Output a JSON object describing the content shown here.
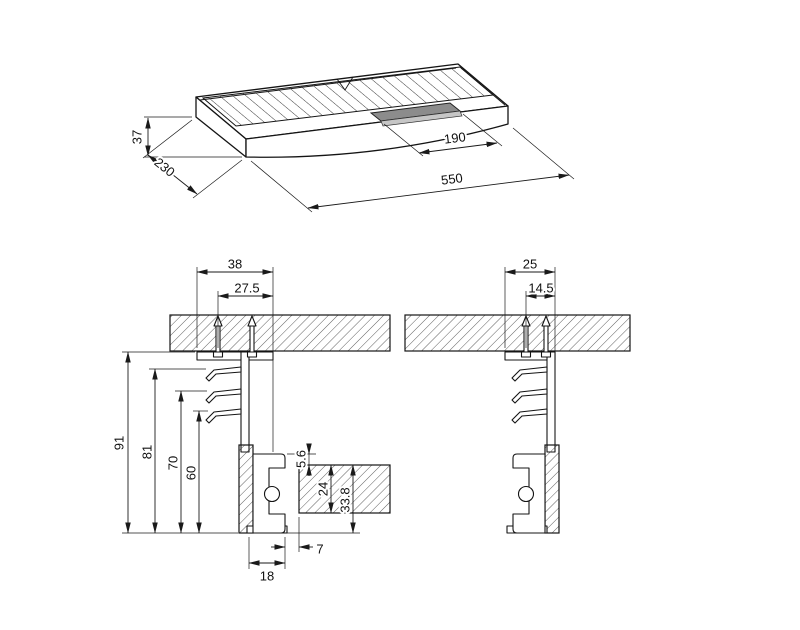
{
  "colors": {
    "line": "#141414",
    "background": "#ffffff",
    "hatch": "#2a2a2a",
    "handle_fill": "#8c8c8c"
  },
  "isometric": {
    "dim_height": "37",
    "dim_depth": "230",
    "dim_handle": "190",
    "dim_length": "550"
  },
  "section_left": {
    "dim_width": "38",
    "dim_center": "27.5"
  },
  "section_right": {
    "dim_width": "25",
    "dim_center": "14.5"
  },
  "heights": {
    "h1": "91",
    "h2": "81",
    "h3": "70",
    "h4": "60"
  },
  "details": {
    "d1": "5.6",
    "d2": "24",
    "d3": "33.8"
  },
  "base": {
    "b1": "18",
    "b2": "7"
  }
}
